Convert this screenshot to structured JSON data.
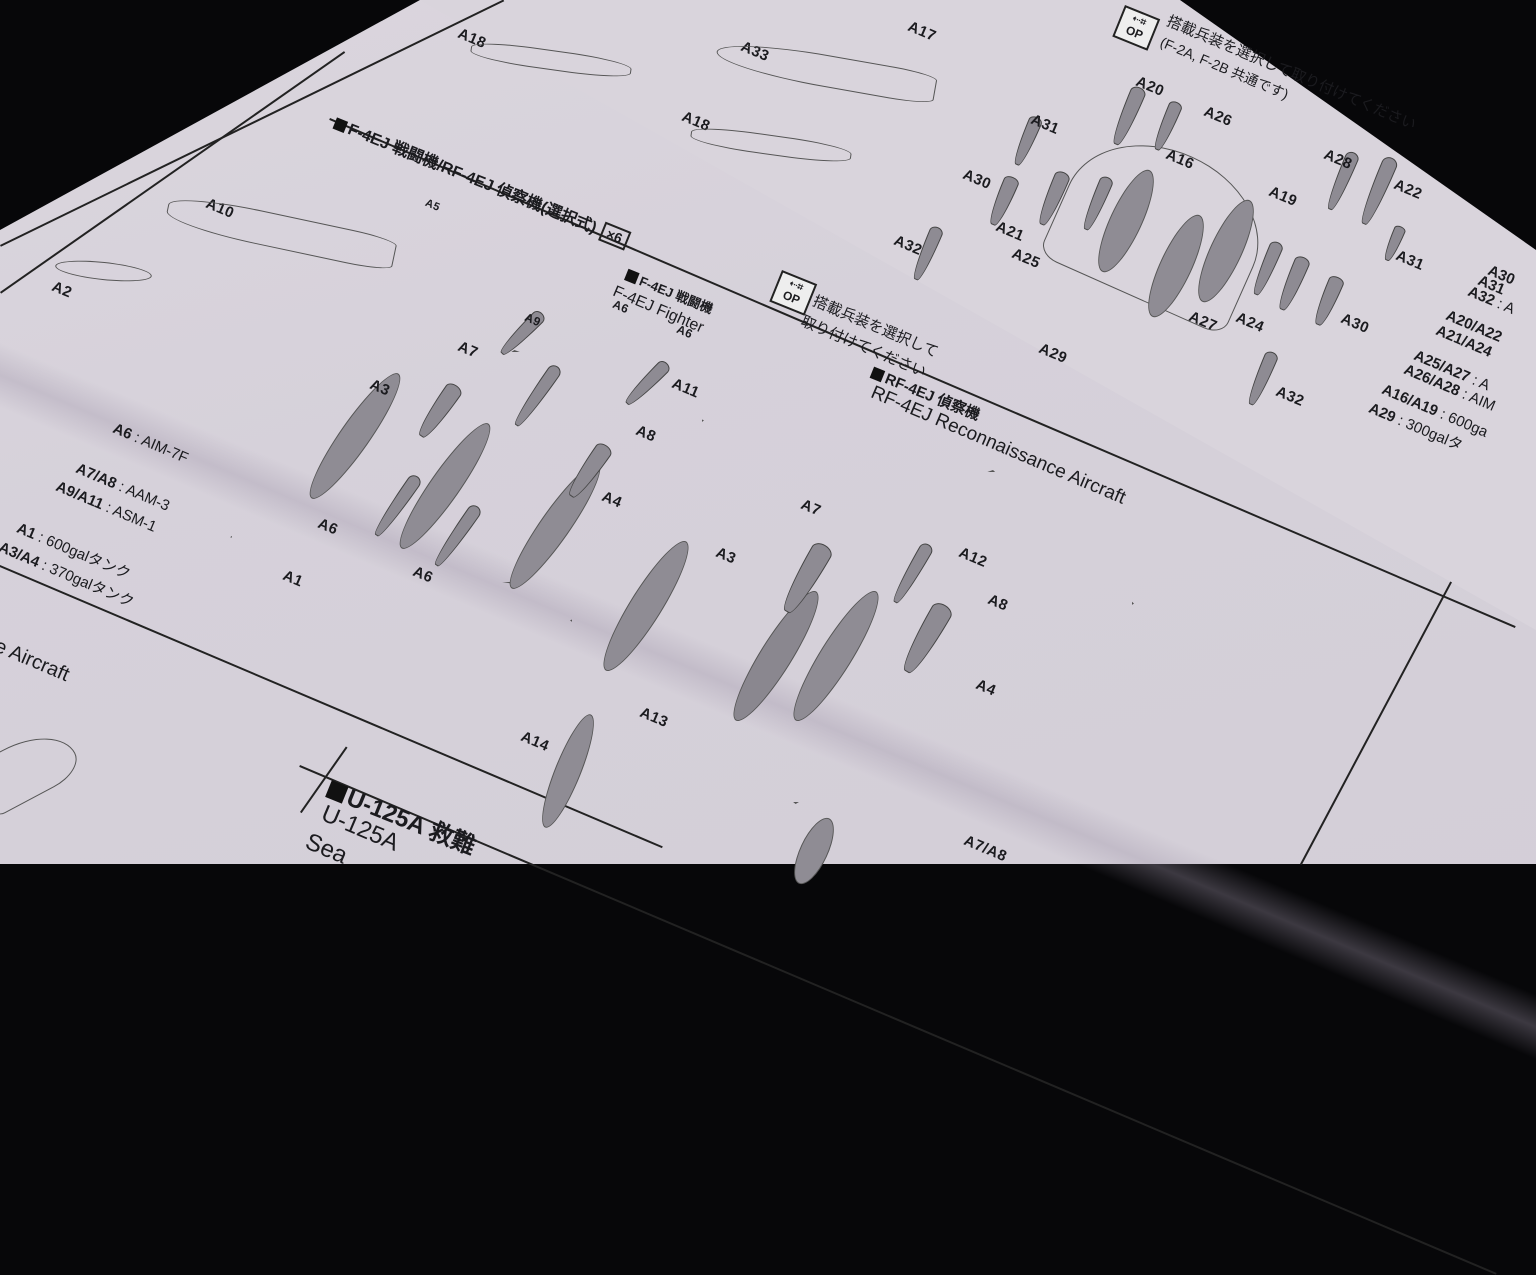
{
  "document": {
    "type": "model kit instruction sheet (photographed)",
    "sections": {
      "f2": {
        "labels_top": [
          "A18",
          "A33",
          "A17",
          "A18"
        ],
        "option_badge": "OP",
        "option_note_line1": "搭載兵装を選択して取り付けてください",
        "option_note_line2": "(F-2A, F-2B 共通です)",
        "labels": [
          "A20",
          "A26",
          "A31",
          "A16",
          "A30",
          "A21",
          "A25",
          "A32",
          "A28",
          "A22",
          "A19",
          "A31",
          "A27",
          "A24",
          "A30",
          "A29",
          "A32"
        ],
        "legend": [
          {
            "codes": "A30",
            "desc": ""
          },
          {
            "codes": "A31",
            "desc": ""
          },
          {
            "codes": "A32",
            "desc": ": A"
          },
          {
            "codes": "A20/A22",
            "desc": ""
          },
          {
            "codes": "A21/A24",
            "desc": ""
          },
          {
            "codes": "A25/A27",
            "desc": ": A"
          },
          {
            "codes": "A26/A28",
            "desc": ": AIM"
          },
          {
            "codes": "A16/A19",
            "desc": ": 600ga"
          },
          {
            "codes": "A29",
            "desc": ": 300galタ"
          }
        ]
      },
      "f4": {
        "title": "F-4EJ 戦闘機/RF-4EJ 偵察機(選択式)",
        "quantity_badge": "×6",
        "assembly_labels": [
          "A10",
          "A5",
          "A2"
        ],
        "option_badge": "OP",
        "option_note_line1": "搭載兵装を選択して",
        "option_note_line2": "取り付けてください",
        "fighter": {
          "title_jp": "F-4EJ 戦闘機",
          "title_en": "F-4EJ Fighter",
          "labels": [
            "A9",
            "A6",
            "A7",
            "A6",
            "A3",
            "A11",
            "A8",
            "A4",
            "A6",
            "A1",
            "A6"
          ]
        },
        "recon": {
          "title_jp": "RF-4EJ 偵察機",
          "title_en": "RF-4EJ Reconnaissance Aircraft",
          "labels": [
            "A7",
            "A3",
            "A12",
            "A8",
            "A4",
            "A13",
            "A14",
            "A7/A8"
          ]
        },
        "legend": [
          {
            "codes": "A6",
            "desc": ": AIM-7F"
          },
          {
            "codes": "A7/A8",
            "desc": ": AAM-3"
          },
          {
            "codes": "A9/A11",
            "desc": ": ASM-1"
          },
          {
            "codes": "A1",
            "desc": ": 600galタンク"
          },
          {
            "codes": "A3/A4",
            "desc": ": 370galタンク"
          }
        ]
      },
      "u125": {
        "title_jp": "U-125A 救難",
        "title_line2": "U-125A",
        "title_line3": "Sea",
        "partial_heading_left": "e Aircraft"
      }
    },
    "colors": {
      "paper": "#d9d4dc",
      "background": "#070709",
      "ink": "#1b1b1f",
      "part_fill": "#8e8b93"
    }
  }
}
